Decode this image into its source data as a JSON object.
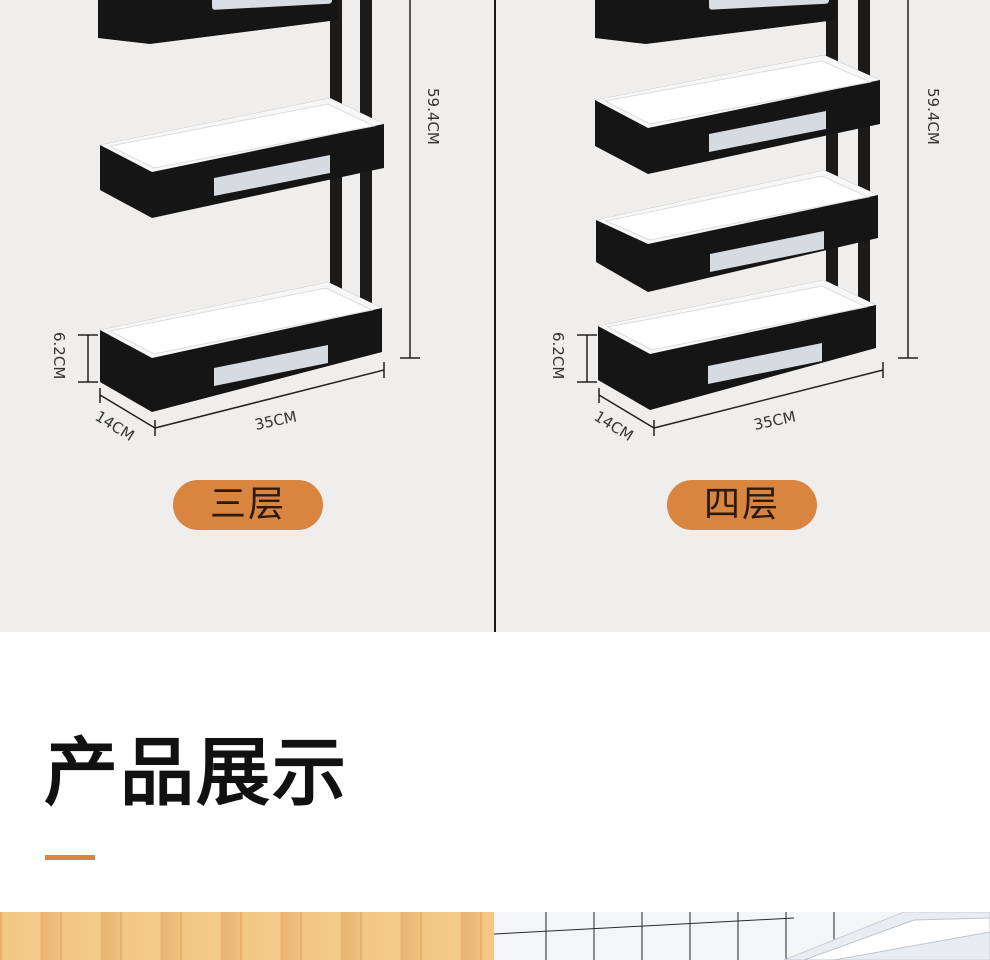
{
  "spec_panels": [
    {
      "height_label": "59.4CM",
      "depth_label": "6.2CM",
      "width_label": "35CM",
      "length_label": "14CM",
      "badge": "三层"
    },
    {
      "height_label": "59.4CM",
      "depth_label": "6.2CM",
      "width_label": "35CM",
      "length_label": "14CM",
      "badge": "四层"
    }
  ],
  "section_title": "产品展示",
  "colors": {
    "accent": "#d9843f",
    "shelf": "#141414",
    "background": "#efeeec"
  }
}
